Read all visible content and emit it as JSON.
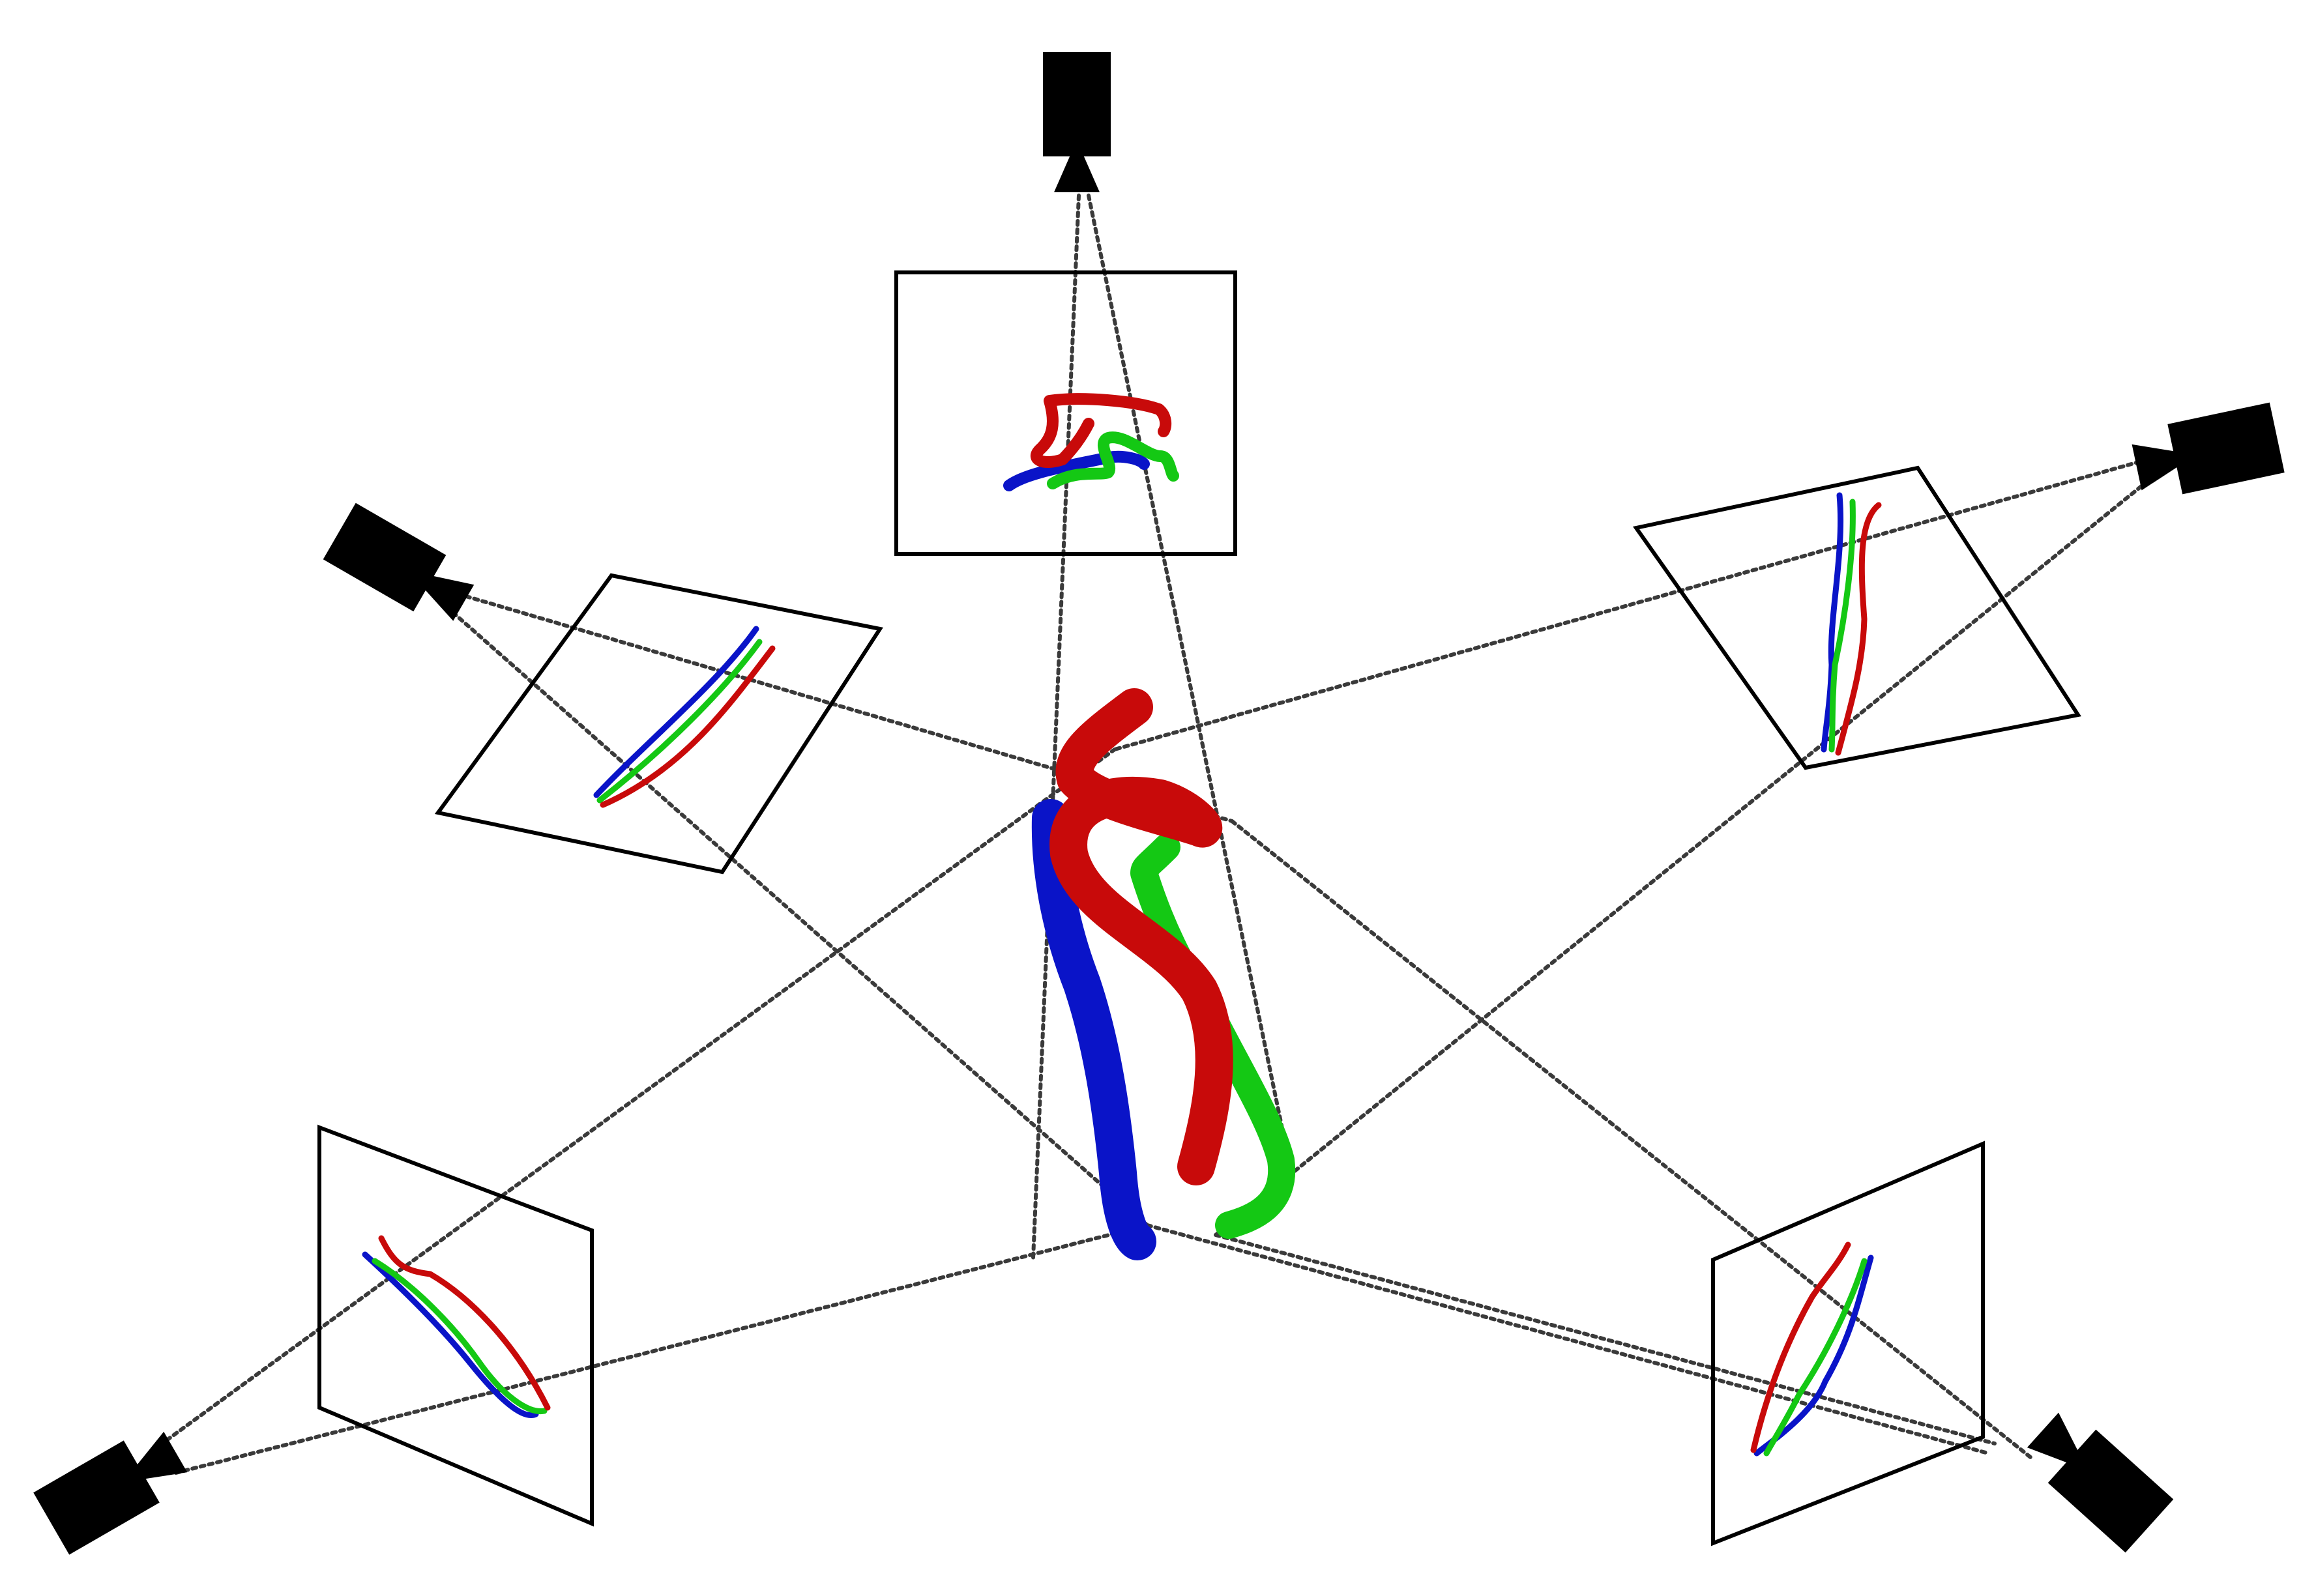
{
  "figure": {
    "description_colors": {
      "blue": "#0a14c8",
      "red": "#c80a0a",
      "green": "#14c814",
      "camera": "#000000",
      "rays": "#3a3a3a"
    },
    "cameras": [
      {
        "name": "camera-top",
        "icon": "camera-icon"
      },
      {
        "name": "camera-upper-left",
        "icon": "camera-icon"
      },
      {
        "name": "camera-upper-right",
        "icon": "camera-icon"
      },
      {
        "name": "camera-lower-left",
        "icon": "camera-icon"
      },
      {
        "name": "camera-lower-right",
        "icon": "camera-icon"
      }
    ],
    "image_planes": [
      "top",
      "upper-left",
      "upper-right",
      "lower-left",
      "lower-right"
    ],
    "curves": [
      "blue",
      "red",
      "green"
    ]
  }
}
